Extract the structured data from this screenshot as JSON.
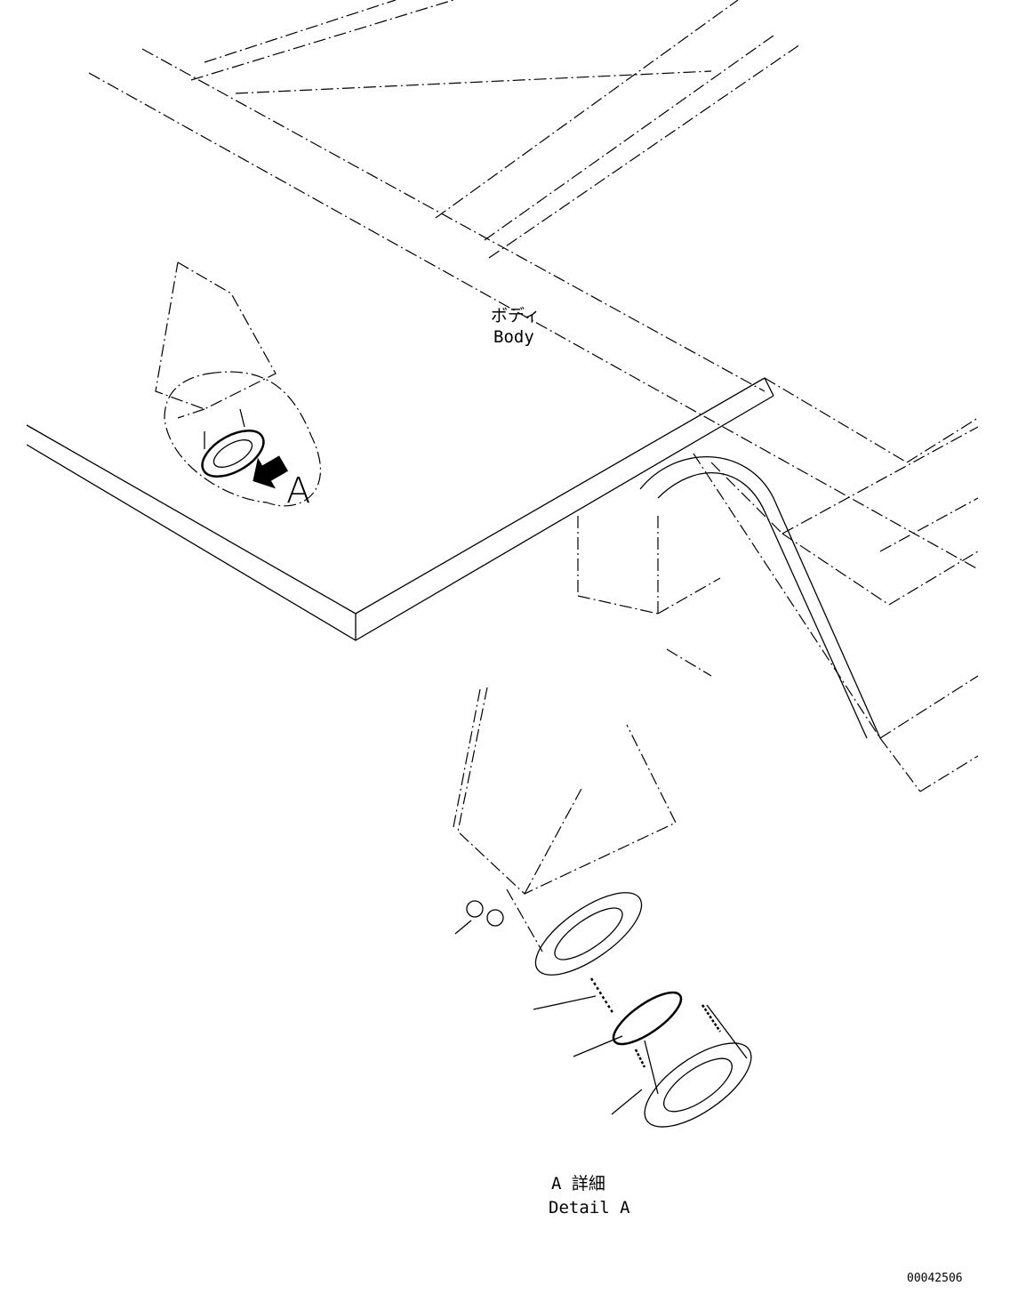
{
  "labels": {
    "body_jp": "ボディ",
    "body_en": "Body",
    "view_marker": "A",
    "detail_jp": "A 詳細",
    "detail_en": "Detail A",
    "drawing_number": "00042506"
  }
}
